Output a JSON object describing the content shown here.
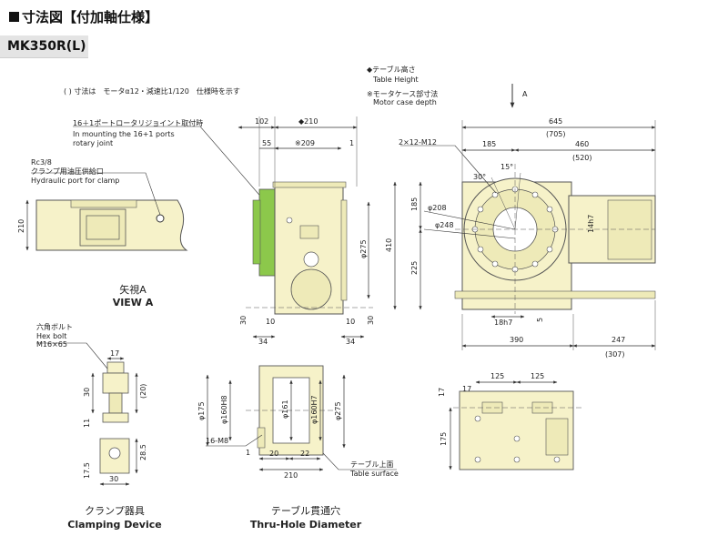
{
  "header": {
    "title": "寸法図【付加軸仕様】",
    "model": "MK350R(L)"
  },
  "notes": {
    "paren_note": "( ) 寸法は　モータα12・減速比1/120　仕様時を示す",
    "table_height_jp": "◆テーブル高さ",
    "table_height_en": "Table Height",
    "motor_case_jp": "※モータケース部寸法",
    "motor_case_en": "Motor case depth",
    "arrow_a": "A"
  },
  "callouts": {
    "rotary_jp": "16＋1ポートロータリジョイント取付時",
    "rotary_en1": "In mounting the 16+1 ports",
    "rotary_en2": "rotary joint",
    "rc": "Rc3/8",
    "clamp_port_jp": "クランプ用油圧供給口",
    "clamp_port_en": "Hydraulic port for clamp",
    "hex_jp": "六角ボルト",
    "hex_en": "Hex bolt",
    "hex_size": "M16×65",
    "m8": "16-M8",
    "table_surface_jp": "テーブル上面",
    "table_surface_en": "Table surface",
    "m12": "2×12-M12"
  },
  "dims": {
    "view_a_210": "210",
    "side_102": "102",
    "side_210": "◆210",
    "side_55": "55",
    "side_209": "※209",
    "side_1": "1",
    "side_275": "φ275",
    "side_30": "30",
    "side_10": "10",
    "side_34": "34",
    "side_30b": "30",
    "side_10b": "10",
    "side_34b": "34",
    "front_645": "645",
    "front_705": "(705)",
    "front_185": "185",
    "front_460": "460",
    "front_520": "(520)",
    "front_30deg": "30°",
    "front_15deg": "15°",
    "front_208": "φ208",
    "front_248": "φ248",
    "front_185v": "185",
    "front_410": "410",
    "front_225": "225",
    "front_14h7": "14h7",
    "front_18h7": "18h7",
    "front_5": "5",
    "front_390": "390",
    "front_247": "247",
    "front_307": "(307)",
    "clamp_17": "17",
    "clamp_30": "30",
    "clamp_20": "(20)",
    "clamp_11": "11",
    "clamp_28_5": "28.5",
    "clamp_17_5": "17.5",
    "clamp_30b": "30",
    "thru_175": "φ175",
    "thru_160h8": "φ160H8",
    "thru_161": "φ161",
    "thru_160h7": "φ160H7",
    "thru_275": "φ275",
    "thru_1": "1",
    "thru_20": "20",
    "thru_22": "22",
    "thru_210": "210",
    "base_125a": "125",
    "base_125b": "125",
    "base_17": "17",
    "base_17b": "17",
    "base_175": "175"
  },
  "captions": {
    "view_a_jp": "矢視A",
    "view_a_en": "VIEW A",
    "clamp_jp": "クランプ器具",
    "clamp_en": "Clamping Device",
    "thru_jp": "テーブル貫通穴",
    "thru_en": "Thru-Hole Diameter"
  },
  "colors": {
    "body": "#f6f2c9",
    "motor": "#eeeab8",
    "green": "#8cc84b",
    "dim": "#333333",
    "outline": "#555555"
  }
}
